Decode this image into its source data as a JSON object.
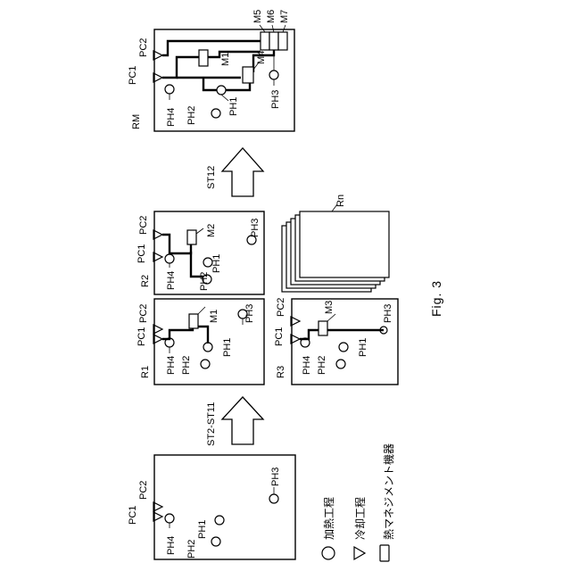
{
  "figure_label": "Fig. 3",
  "legend": {
    "heating": "加熱工程",
    "cooling": "冷却工程",
    "heat_management": "熱マネジメント機器"
  },
  "steps": {
    "st2_st11": "ST2-ST11",
    "st12": "ST12"
  },
  "panels": {
    "initial": {
      "labels": {
        "pc1": "PC1",
        "pc2": "PC2",
        "ph1": "PH1",
        "ph2": "PH2",
        "ph3": "PH3",
        "ph4": "PH4"
      }
    },
    "r1": {
      "name": "R1",
      "labels": {
        "pc1": "PC1",
        "pc2": "PC2",
        "ph1": "PH1",
        "ph2": "PH2",
        "ph3": "PH3",
        "ph4": "PH4",
        "m": "M1"
      }
    },
    "r2": {
      "name": "R2",
      "labels": {
        "pc1": "PC1",
        "pc2": "PC2",
        "ph1": "PH1",
        "ph2": "PH2",
        "ph3": "PH3",
        "ph4": "PH4",
        "m": "M2"
      }
    },
    "r3": {
      "name": "R3",
      "labels": {
        "pc1": "PC1",
        "pc2": "PC2",
        "ph1": "PH1",
        "ph2": "PH2",
        "ph3": "PH3",
        "ph4": "PH4",
        "m": "M3"
      }
    },
    "rn": {
      "name": "Rn"
    },
    "rm": {
      "name": "RM",
      "labels": {
        "pc1": "PC1",
        "pc2": "PC2",
        "ph1": "PH1",
        "ph2": "PH2",
        "ph3": "PH3",
        "ph4": "PH4",
        "m1": "M1",
        "m4": "M4",
        "m5": "M5",
        "m6": "M6",
        "m7": "M7"
      }
    }
  }
}
